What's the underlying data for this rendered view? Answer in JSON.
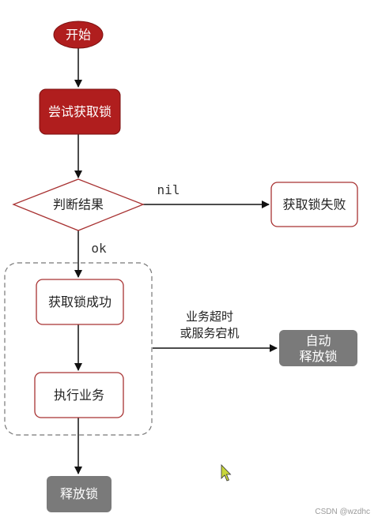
{
  "nodes": {
    "start": "开始",
    "try_lock": "尝试获取锁",
    "judge": "判断结果",
    "fail": "获取锁失败",
    "success": "获取锁成功",
    "execute": "执行业务",
    "auto_release_line1": "自动",
    "auto_release_line2": "释放锁",
    "release": "释放锁"
  },
  "edge_labels": {
    "nil": "nil",
    "ok": "ok",
    "timeout_line1": "业务超时",
    "timeout_line2": "或服务宕机"
  },
  "watermark": "CSDN @wzdhc",
  "colors": {
    "dark_red": "#B01E1E",
    "red_border": "#A83232",
    "gray_box": "#7A7A7A",
    "arrow": "#111111"
  }
}
